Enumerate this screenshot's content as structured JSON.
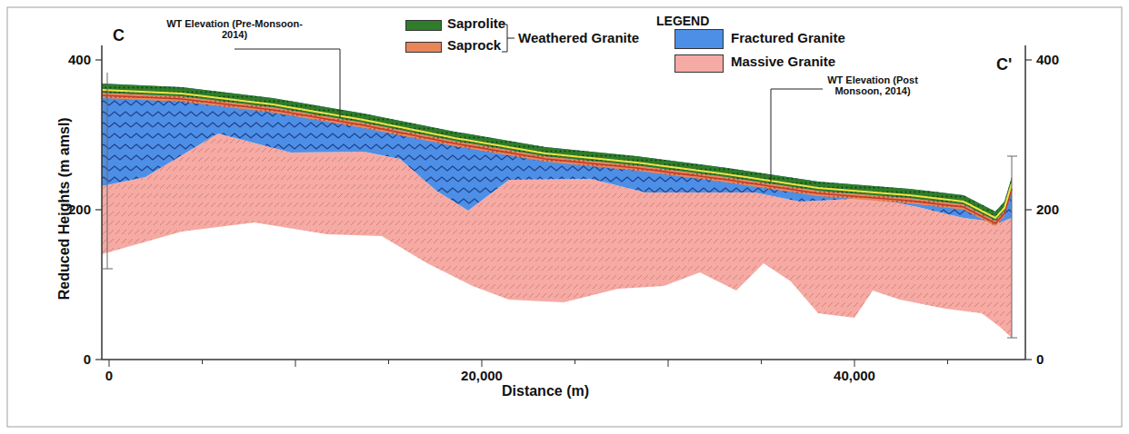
{
  "diagram": {
    "labels": [
      "C",
      "C'",
      "WT Elevation (Pre-Monsoon- 2014)",
      "WT Elevation (Post Monsoon, 2014)",
      "LEGEND",
      "Weathered Granite",
      "Reduced Heights (m amsl)",
      "Distance (m)",
      "400",
      "200",
      "0",
      "400",
      "200",
      "0",
      "0",
      "20,000",
      "40,000"
    ],
    "legend": [
      {
        "text": "Saprolite",
        "color": "#2f7d2a"
      },
      {
        "text": "Saprock",
        "color": "#e8865a"
      },
      {
        "text": "Fractured Granite",
        "color": "#4d8fe6"
      },
      {
        "text": "Massive Granite",
        "color": "#f5aaa4"
      }
    ]
  }
}
